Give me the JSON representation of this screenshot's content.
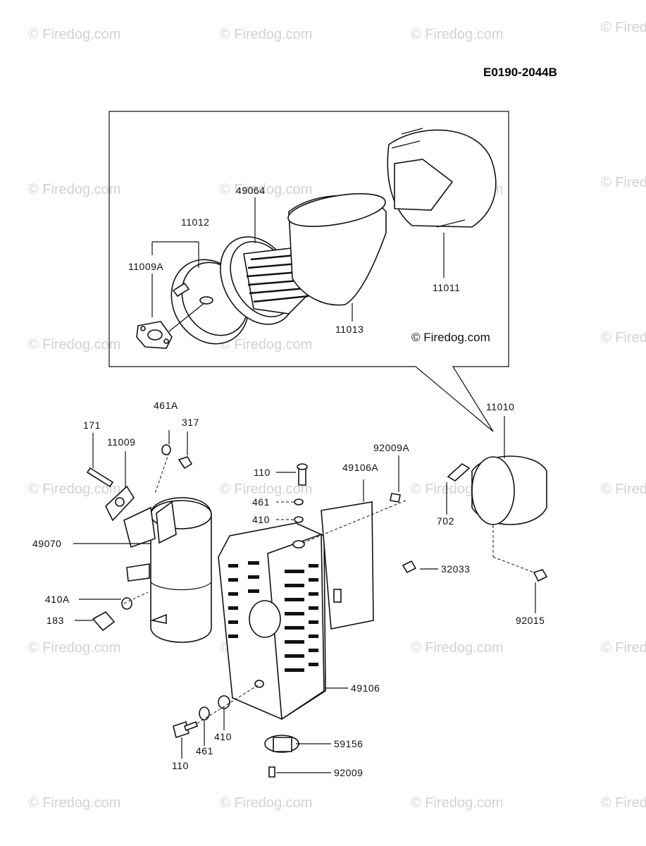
{
  "diagram_code": "E0190-2044B",
  "copyright": "© Firedog.com",
  "watermark": "© Firedog.com",
  "parts": {
    "p11012": "11012",
    "p49064": "49064",
    "p11009A": "11009A",
    "p11011": "11011",
    "p11013": "11013",
    "p11010": "11010",
    "p461A": "461A",
    "p317": "317",
    "p171": "171",
    "p11009": "11009",
    "p92009A": "92009A",
    "p110a": "110",
    "p49106A": "49106A",
    "p461a": "461",
    "p410a": "410",
    "p702": "702",
    "p49070": "49070",
    "p32033": "32033",
    "p410A": "410A",
    "p183": "183",
    "p92015": "92015",
    "p49106": "49106",
    "p410b": "410",
    "p59156": "59156",
    "p461b": "461",
    "p110b": "110",
    "p92009": "92009"
  }
}
